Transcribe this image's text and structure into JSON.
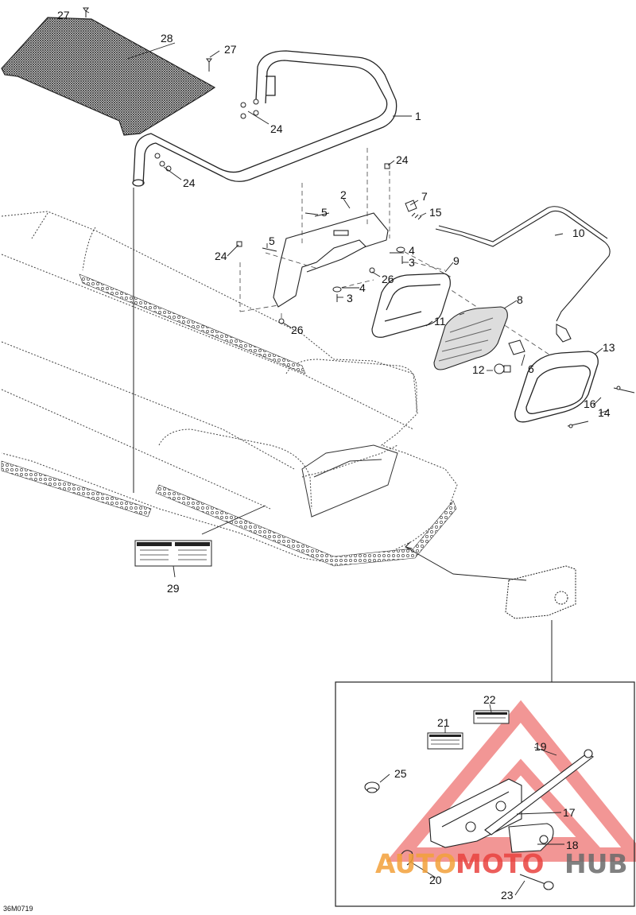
{
  "drawing_code": "36M0719",
  "callouts": {
    "c1": "1",
    "c2": "2",
    "c3a": "3",
    "c3b": "3",
    "c4a": "4",
    "c4b": "4",
    "c5a": "5",
    "c5b": "5",
    "c6": "6",
    "c7": "7",
    "c8": "8",
    "c9": "9",
    "c10": "10",
    "c11": "11",
    "c12": "12",
    "c13": "13",
    "c14": "14",
    "c15": "15",
    "c16": "16",
    "c17": "17",
    "c18": "18",
    "c19": "19",
    "c20": "20",
    "c21": "21",
    "c22": "22",
    "c23": "23",
    "c24a": "24",
    "c24b": "24",
    "c24c": "24",
    "c24d": "24",
    "c25": "25",
    "c26a": "26",
    "c26b": "26",
    "c27a": "27",
    "c27b": "27",
    "c28": "28",
    "c29": "29"
  },
  "watermark": {
    "part1": "AUTO",
    "part2": "MOTO",
    "part3": "HUB",
    "colors": {
      "part1": "#f3a13a",
      "part2": "#e9423f",
      "part3": "#6a6a6a",
      "triangle": "#e9423f"
    }
  },
  "colors": {
    "line": "#222222",
    "hatch": "#555555"
  }
}
